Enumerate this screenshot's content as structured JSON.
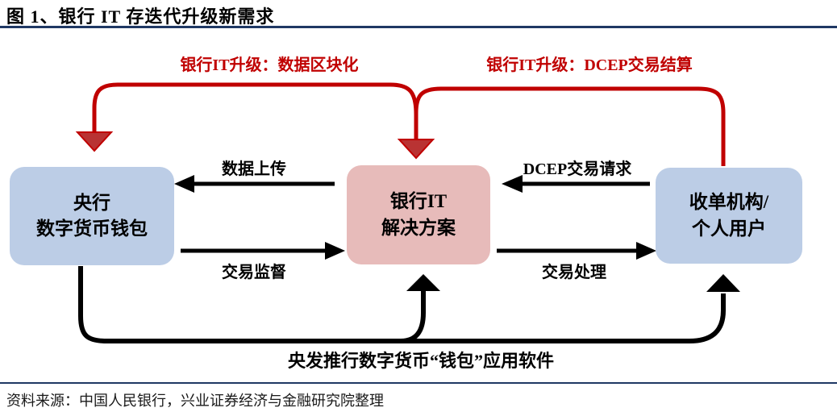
{
  "figure": {
    "title": "图 1、银行 IT 存迭代升级新需求",
    "source": "资料来源：中国人民银行，兴业证券经济与金融研究院整理"
  },
  "red_flows": {
    "blockchain_label": "银行IT升级：数据区块化",
    "dcep_label": "银行IT升级：DCEP交易结算"
  },
  "nodes": {
    "central_bank": {
      "line1": "央行",
      "line2": "数字货币钱包"
    },
    "bank_it": {
      "line1": "银行IT",
      "line2": "解决方案"
    },
    "acquirer": {
      "line1": "收单机构/",
      "line2": "个人用户"
    }
  },
  "edges": {
    "data_upload": "数据上传",
    "transaction_supervision": "交易监督",
    "dcep_request": "DCEP交易请求",
    "transaction_processing": "交易处理",
    "wallet_app": "央发推行数字货币“钱包”应用软件"
  },
  "colors": {
    "red": "#C00000",
    "red_fill": "#B93333",
    "black": "#000000",
    "blue_node": "#BCCDE6",
    "pink_node": "#E7BBBA",
    "rule_navy": "#1F3864"
  }
}
